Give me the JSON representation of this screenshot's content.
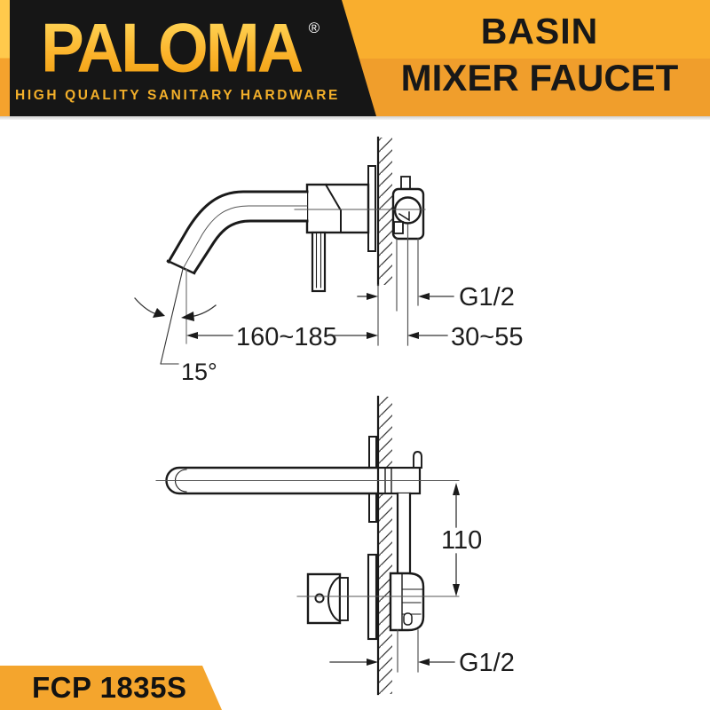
{
  "header": {
    "brand": "PALOMA",
    "registered_mark": "®",
    "tagline": "HIGH QUALITY SANITARY HARDWARE",
    "product_title": {
      "line1": "BASIN",
      "line2": "MIXER FAUCET"
    },
    "colors": {
      "band_top": "#F9AE2E",
      "band_bottom": "#F09E2C",
      "logo_background": "#161616",
      "logo_gold": "#F9AF28",
      "footer_banner": "#F4A52D"
    }
  },
  "diagram": {
    "top_view": {
      "dimensions": {
        "inlet_thread": "G1/2",
        "spout_reach": "160~185",
        "wall_depth": "30~55",
        "spout_angle": "15°"
      }
    },
    "bottom_view": {
      "dimensions": {
        "center_height": "110",
        "inlet_thread": "G1/2"
      }
    }
  },
  "footer": {
    "model_code": "FCP 1835S"
  }
}
